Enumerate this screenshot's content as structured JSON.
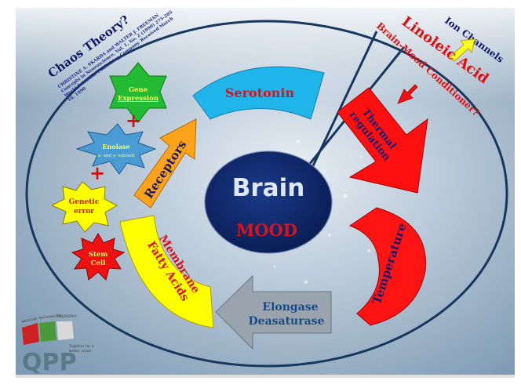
{
  "colors": {
    "background_blue": "#7f9bb3",
    "ellipse_stroke": "#17375e",
    "serotonin_fill": "#1fb4ea",
    "serotonin_text": "#d9141b",
    "brain_fill": "#0d2462",
    "brain_text": "#dfe8f5",
    "mood_text": "#d7141b",
    "red_arrow": "#ff1010",
    "red_text": "#1a1a6a",
    "yellow_fill": "#ffff00",
    "orange_arrow": "#ffa31a",
    "gray_arrow": "#9aa4ae",
    "gene_fill": "#22bb33",
    "enolase_fill": "#4a9bd4",
    "stem_fill": "#ee1111"
  },
  "header": {
    "title": "Chaos Theory?",
    "citation_line1": "CHRISTINE A. SKARDA and WALTER J. FREEMAN",
    "citation_line2": "Concepts in Neuroscience, Vol. 1, No. 2 (1990) 275-285",
    "citation_line3": "World Scientific Publishing Company. Received March",
    "citation_line4": "16, 1990"
  },
  "top_right": {
    "ion_channels": "Ion Channels",
    "linoleic_acid": "Linoleic Acid",
    "conditioner": "Brain-Mood Conditioner?"
  },
  "diagram": {
    "serotonin": "Serotonin",
    "thermal_line1": "Thermal",
    "thermal_line2": "regulation",
    "temperature": "Temperature",
    "elongase": "Elongase",
    "deasaturase": "Deasaturase",
    "membrane_line1": "Membrane",
    "membrane_line2": "Fatty Acids",
    "receptors": "Receptors",
    "brain": "Brain",
    "mood": "MOOD"
  },
  "side_items": {
    "gene_line1": "Gene",
    "gene_line2": "Expression",
    "enolase_line1": "Enolase",
    "enolase_line2": "α- and γ- subunit",
    "genetic_line1": "Genetic",
    "genetic_line2": "error",
    "stem_line1": "Stem",
    "stem_line2": "Cell",
    "plus_symbol": "+"
  },
  "logo": {
    "text": "QPP",
    "tag_line1": "Together for a",
    "tag_line2": "better vision",
    "word_medicine": "MEDICINE",
    "word_mathematics": "MATHEMATICS",
    "word_philosophy": "PHILOSOPHY"
  }
}
